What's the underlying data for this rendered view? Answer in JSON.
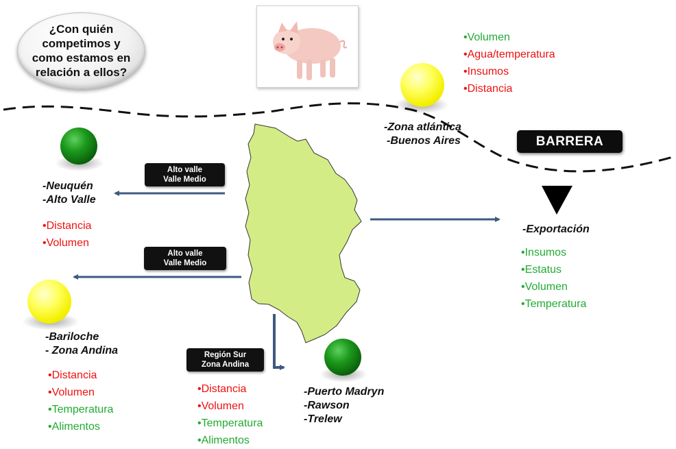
{
  "question": "¿Con quién\ncompetimos y\ncomo estamos en\nrelación a ellos?",
  "barrera": "BARRERA",
  "colors": {
    "red": "#ee1111",
    "green": "#22aa33",
    "map": "#d4ec86",
    "arrow": "#3d5a80"
  },
  "icons": {
    "pig": "pig-photo",
    "down_triangle": "down-triangle-icon"
  },
  "top_right": {
    "bullets": [
      {
        "text": "•Volumen",
        "color": "green"
      },
      {
        "text": "•Agua/temperatura",
        "color": "red"
      },
      {
        "text": "•Insumos",
        "color": "red"
      },
      {
        "text": "•Distancia",
        "color": "red"
      }
    ],
    "places": [
      "-Zona atlántica",
      "-Buenos Aires"
    ]
  },
  "neuquen": {
    "tag": "Alto valle\nValle Medio",
    "places": [
      "-Neuquén",
      "-Alto Valle"
    ],
    "bullets": [
      {
        "text": "•Distancia",
        "color": "red"
      },
      {
        "text": "•Volumen",
        "color": "red"
      }
    ]
  },
  "bariloche": {
    "tag": "Alto valle\nValle Medio",
    "places": [
      "-Bariloche",
      "- Zona Andina"
    ],
    "bullets": [
      {
        "text": "•Distancia",
        "color": "red"
      },
      {
        "text": "•Volumen",
        "color": "red"
      },
      {
        "text": "•Temperatura",
        "color": "green"
      },
      {
        "text": "•Alimentos",
        "color": "green"
      }
    ]
  },
  "south": {
    "tag": "Región Sur\nZona Andina",
    "bullets": [
      {
        "text": "•Distancia",
        "color": "red"
      },
      {
        "text": "•Volumen",
        "color": "red"
      },
      {
        "text": "•Temperatura",
        "color": "green"
      },
      {
        "text": "•Alimentos",
        "color": "green"
      }
    ]
  },
  "madryn": {
    "places": [
      "-Puerto Madryn",
      "-Rawson",
      "-Trelew"
    ]
  },
  "export": {
    "place": "-Exportación",
    "bullets": [
      {
        "text": "•Insumos",
        "color": "green"
      },
      {
        "text": "•Estatus",
        "color": "green"
      },
      {
        "text": "•Volumen",
        "color": "green"
      },
      {
        "text": "•Temperatura",
        "color": "green"
      }
    ]
  }
}
